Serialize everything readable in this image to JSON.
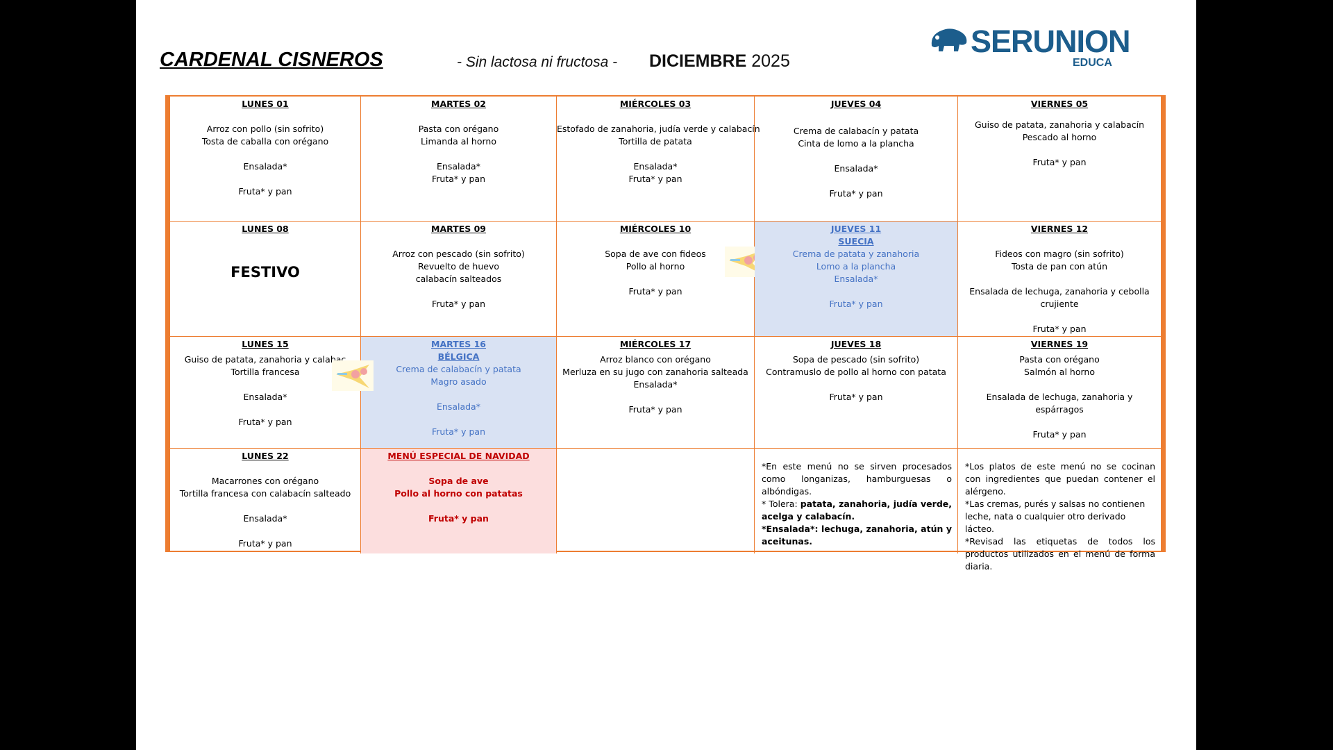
{
  "header": {
    "school": "CARDENAL CISNEROS",
    "subtitle": "- Sin lactosa ni fructosa -",
    "month": "DICIEMBRE",
    "year": "2025",
    "logo": "SERUNION",
    "logo_sub": "EDUCA"
  },
  "colors": {
    "border": "#ed7d31",
    "blue_bg": "#d9e2f3",
    "blue_text": "#4472c4",
    "red_bg": "#fcdede",
    "red_text": "#c00000",
    "logo": "#1c5d8c"
  },
  "days": {
    "d01": {
      "title": "LUNES 01",
      "l1": "Arroz con pollo (sin sofrito)",
      "l2": "Tosta de caballa con orégano",
      "l3": "Ensalada*",
      "l4": "Fruta* y pan"
    },
    "d02": {
      "title": "MARTES 02",
      "l1": "Pasta con orégano",
      "l2": "Limanda al horno",
      "l3": "Ensalada*",
      "l4": "Fruta* y pan"
    },
    "d03": {
      "title": "MIÉRCOLES 03",
      "l1": "Estofado de zanahoria, judía verde y calabacín",
      "l2": "Tortilla de patata",
      "l3": "Ensalada*",
      "l4": "Fruta* y pan"
    },
    "d04": {
      "title": "JUEVES 04",
      "l1": "Crema de calabacín y patata",
      "l2": "Cinta de lomo a la plancha",
      "l3": "Ensalada*",
      "l4": "Fruta* y pan"
    },
    "d05": {
      "title": "VIERNES 05",
      "l1": "Guiso de patata, zanahoria y calabacín",
      "l2": "Pescado al horno",
      "l3": "Fruta* y pan"
    },
    "d08": {
      "title": "LUNES 08",
      "l1": "FESTIVO"
    },
    "d09": {
      "title": "MARTES 09",
      "l1": "Arroz con pescado (sin sofrito)",
      "l2": "Revuelto de huevo",
      "l3": "calabacín salteados",
      "l4": "Fruta* y pan"
    },
    "d10": {
      "title": "MIÉRCOLES 10",
      "l1": "Sopa de ave con fideos",
      "l2": "Pollo al horno",
      "l3": "Fruta* y pan"
    },
    "d11": {
      "title": "JUEVES 11",
      "country": "SUECIA",
      "l1": "Crema de patata y zanahoria",
      "l2": "Lomo a la plancha",
      "l3": "Ensalada*",
      "l4": "Fruta* y pan"
    },
    "d12": {
      "title": "VIERNES 12",
      "l1": "Fideos con magro (sin sofrito)",
      "l2": "Tosta de pan con atún",
      "l3": "Ensalada de lechuga, zanahoria y cebolla",
      "l4": "crujiente",
      "l5": "Fruta* y pan"
    },
    "d15": {
      "title": "LUNES 15",
      "l1": "Guiso de patata, zanahoria y calabac",
      "l2": "Tortilla francesa",
      "l3": "Ensalada*",
      "l4": "Fruta* y pan"
    },
    "d16": {
      "title": "MARTES 16",
      "country": "BÉLGICA",
      "l1": "Crema de calabacín y patata",
      "l2": "Magro asado",
      "l3": "Ensalada*",
      "l4": "Fruta* y pan"
    },
    "d17": {
      "title": "MIÉRCOLES 17",
      "l1": "Arroz blanco con orégano",
      "l2": "Merluza en su jugo con zanahoria salteada",
      "l3": "Ensalada*",
      "l4": "Fruta* y pan"
    },
    "d18": {
      "title": "JUEVES 18",
      "l1": "Sopa de pescado (sin sofrito)",
      "l2": "Contramuslo de pollo al horno con patata",
      "l3": "Fruta* y pan"
    },
    "d19": {
      "title": "VIERNES 19",
      "l1": "Pasta con orégano",
      "l2": "Salmón al horno",
      "l3": "Ensalada de lechuga, zanahoria y",
      "l4": "espárragos",
      "l5": "Fruta* y pan"
    },
    "d22": {
      "title": "LUNES 22",
      "l1": "Macarrones con orégano",
      "l2": "Tortilla francesa con calabacín salteado",
      "l3": "Ensalada*",
      "l4": "Fruta* y pan"
    },
    "d23": {
      "title": "MENÚ ESPECIAL DE NAVIDAD",
      "l1": "Sopa de ave",
      "l2": "Pollo al horno con patatas",
      "l3": "Fruta* y pan"
    }
  },
  "notes": {
    "n1": "*En este menú no se sirven procesados como longanizas, hamburguesas o albóndigas.",
    "n2_a": "* Tolera: ",
    "n2_b": "patata, zanahoria, judía verde, acelga y calabacín.",
    "n3_a": "*Ensalada*: ",
    "n3_b": "lechuga, zanahoria, atún y aceitunas.",
    "n4": "*Los platos de este menú no se cocinan con ingredientes que puedan contener el alérgeno.",
    "n5": "*Las cremas, purés y salsas no contienen leche, nata o cualquier otro derivado lácteo.",
    "n6": "*Revisad las etiquetas de todos los productos utilizados en el menú de forma diaria."
  }
}
